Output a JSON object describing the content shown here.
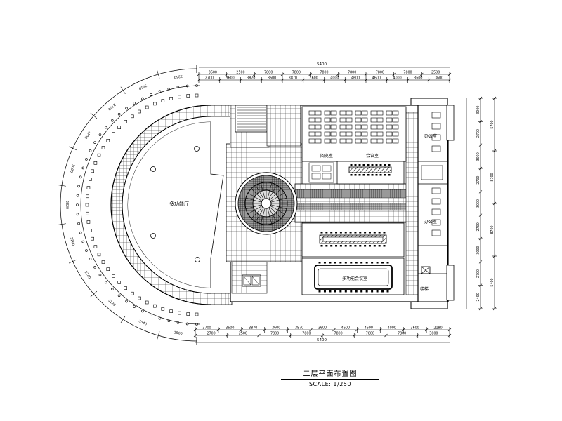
{
  "plan": {
    "title": "二层平面布置图",
    "scale": "SCALE: 1/250",
    "overall_dim_top": "5400",
    "overall_dim_bottom": "5400",
    "top_dims_row1": [
      "3600",
      "2500",
      "7800",
      "7800",
      "7800",
      "7800",
      "7800",
      "7800",
      "2500"
    ],
    "top_dims_row2": [
      "2700",
      "3600",
      "3870",
      "3600",
      "3870",
      "3600",
      "4000",
      "4600",
      "4600",
      "4000",
      "3600",
      "3600"
    ],
    "bottom_dims_row1": [
      "3700",
      "3600",
      "3870",
      "3600",
      "3870",
      "3600",
      "4600",
      "4600",
      "4000",
      "3600",
      "2180"
    ],
    "bottom_dims_row2": [
      "2700",
      "2500",
      "7800",
      "7800",
      "7800",
      "7800",
      "7800",
      "3800"
    ],
    "right_dims_outer": [
      "5700",
      "8700",
      "8700",
      "5400"
    ],
    "right_dims_inner": [
      "3000",
      "2700",
      "3000",
      "2700",
      "3000",
      "2700",
      "3000",
      "2700",
      "2400"
    ],
    "arc_dims": [
      "3250",
      "3550",
      "2720",
      "2700",
      "3000",
      "2820",
      "3260",
      "3240",
      "3120",
      "3540",
      "2560"
    ],
    "room_labels": {
      "auditorium": "多功能厅",
      "classroom": "阅览室",
      "meeting_large": "多功能会议室",
      "meeting_small": "会议室",
      "office_a": "办公室",
      "office_b": "办公室",
      "stair": "楼梯"
    }
  }
}
